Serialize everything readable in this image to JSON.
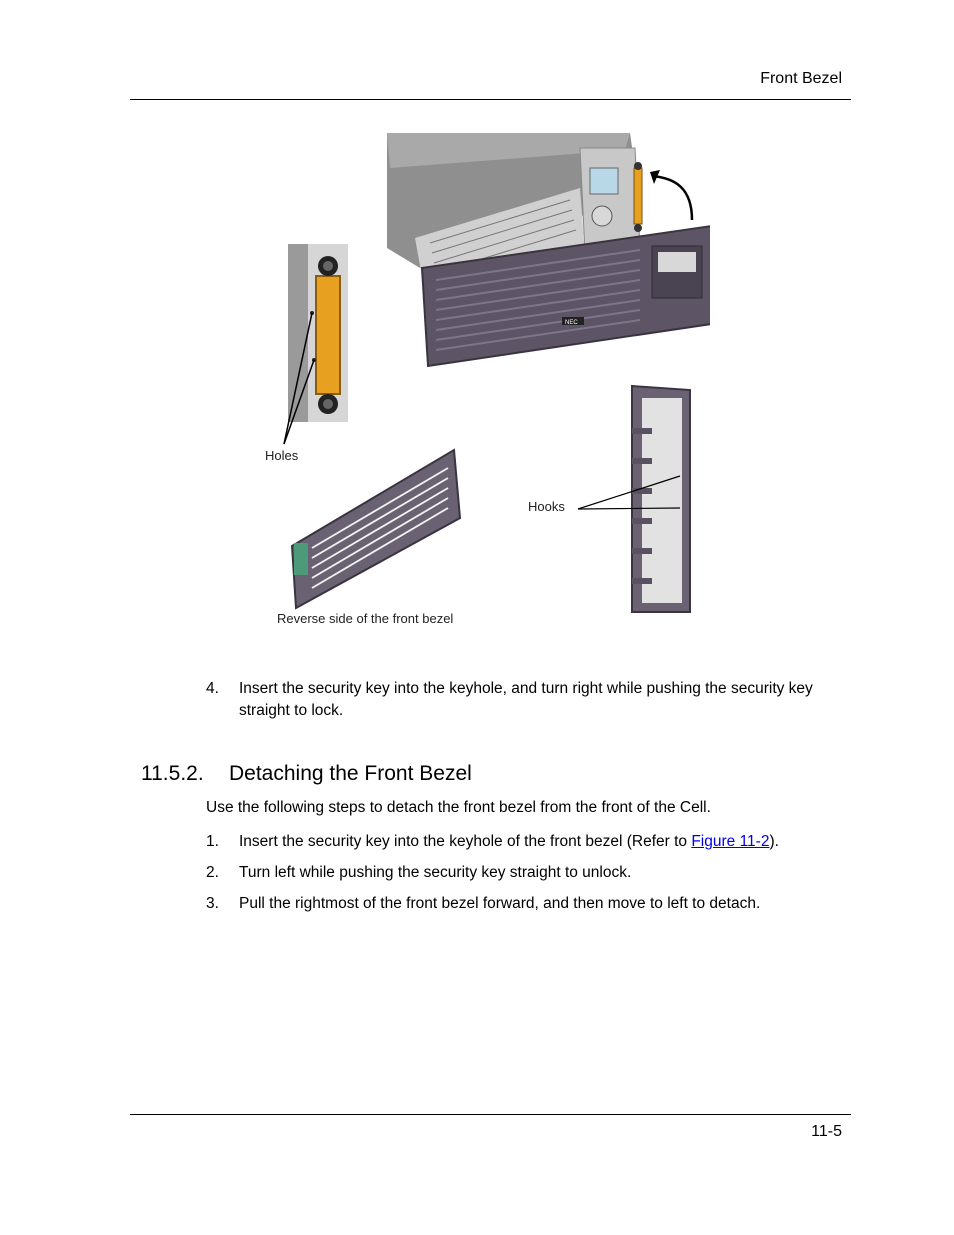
{
  "header": {
    "title": "Front Bezel"
  },
  "figure": {
    "labels": {
      "holes": "Holes",
      "hooks": "Hooks",
      "reverse": "Reverse side of the front bezel"
    },
    "logo_text": "NEC",
    "colors": {
      "bezel": "#5d5566",
      "orange": "#e8a020",
      "chassis": "#b5b5b5"
    }
  },
  "step4": {
    "num": "4.",
    "text": "Insert the security key into the keyhole, and turn right while pushing the security key straight to lock."
  },
  "section": {
    "number": "11.5.2.",
    "title": "Detaching the Front Bezel",
    "intro": "Use the following steps to detach the front bezel from the front of the Cell.",
    "steps": [
      {
        "num": "1.",
        "text_before": "Insert the security key into the keyhole of the front bezel (Refer to ",
        "link": "Figure 11-2",
        "text_after": ")."
      },
      {
        "num": "2.",
        "text": "Turn left while pushing the security key straight to unlock."
      },
      {
        "num": "3.",
        "text": "Pull the rightmost of the front bezel forward, and then move to left to detach."
      }
    ]
  },
  "footer": {
    "page": "11-5"
  }
}
